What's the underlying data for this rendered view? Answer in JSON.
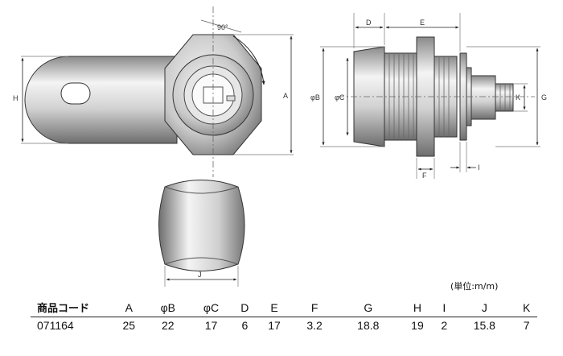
{
  "drawing": {
    "angle_label": "90°",
    "labels": {
      "A": "A",
      "B": "φB",
      "C": "φC",
      "D": "D",
      "E": "E",
      "F": "F",
      "G": "G",
      "H": "H",
      "I": "I",
      "J": "J",
      "K": "K"
    }
  },
  "unit_label": "(単位:m/m)",
  "table": {
    "headers": [
      "商品コード",
      "A",
      "φB",
      "φC",
      "D",
      "E",
      "F",
      "G",
      "H",
      "I",
      "J",
      "K"
    ],
    "rows": [
      [
        "071164",
        "25",
        "22",
        "17",
        "6",
        "17",
        "3.2",
        "18.8",
        "19",
        "2",
        "15.8",
        "7"
      ]
    ]
  },
  "colors": {
    "metal_light": "#f2f2f2",
    "metal_dark": "#6e6e6e",
    "line": "#222222"
  }
}
